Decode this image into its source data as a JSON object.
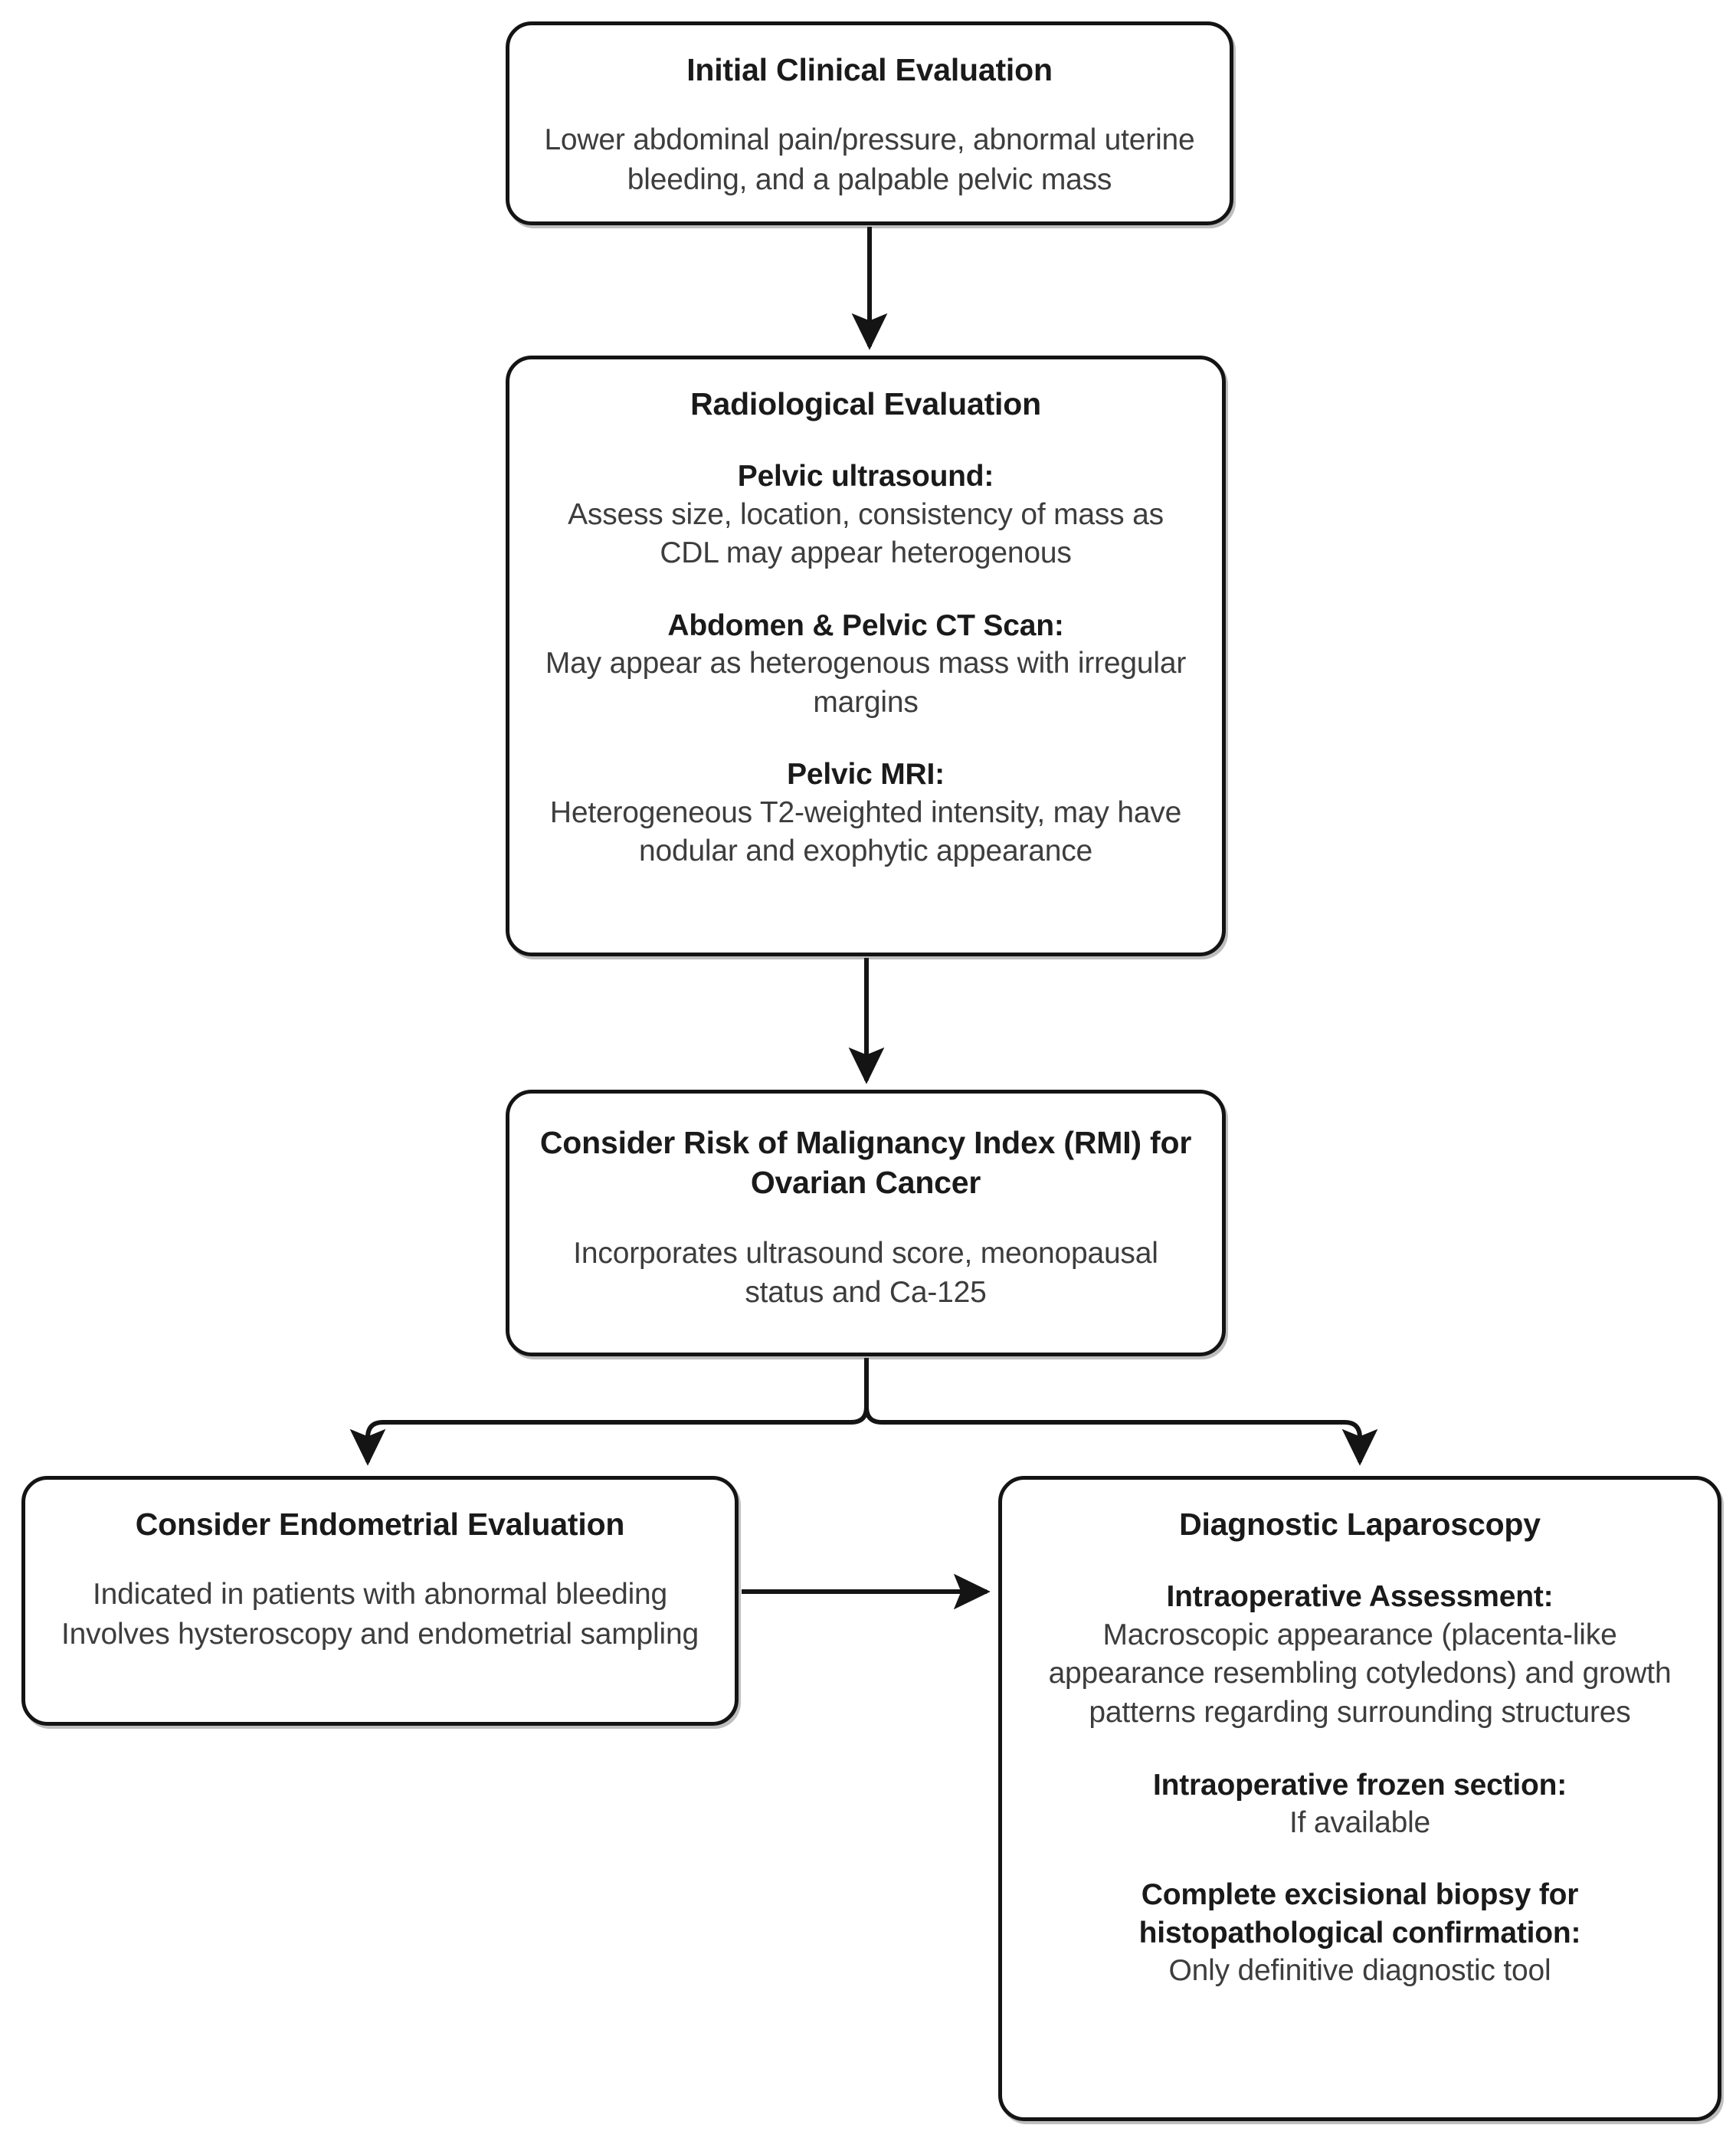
{
  "diagram": {
    "title": "Diagnostic workup flowchart",
    "colors": {
      "border": "#141414",
      "title_text": "#1a1a1a",
      "body_text": "#3d3d3d",
      "connector": "#141414",
      "background": "#ffffff"
    },
    "nodes": [
      {
        "id": "initial",
        "title": "Initial Clinical Evaluation",
        "body": "Lower abdominal pain/pressure, abnormal uterine bleeding, and a palpable pelvic mass"
      },
      {
        "id": "radiological",
        "title": "Radiological Evaluation",
        "sections": [
          {
            "head": "Pelvic ultrasound:",
            "body": "Assess size, location, consistency of mass as CDL may appear heterogenous"
          },
          {
            "head": "Abdomen & Pelvic CT Scan:",
            "body": "May appear as heterogenous mass with irregular margins"
          },
          {
            "head": "Pelvic MRI:",
            "body": "Heterogeneous T2-weighted intensity, may have nodular and exophytic appearance"
          }
        ]
      },
      {
        "id": "rmi",
        "title": "Consider Risk of Malignancy Index (RMI) for Ovarian Cancer",
        "body": "Incorporates ultrasound score, meonopausal status and Ca-125"
      },
      {
        "id": "endometrial",
        "title": "Consider Endometrial Evaluation",
        "body": "Indicated in patients with abnormal bleeding Involves hysteroscopy and endometrial sampling"
      },
      {
        "id": "laparoscopy",
        "title": "Diagnostic Laparoscopy",
        "sections": [
          {
            "head": "Intraoperative Assessment:",
            "body": "Macroscopic appearance (placenta-like appearance resembling cotyledons) and growth patterns regarding surrounding structures"
          },
          {
            "head": "Intraoperative frozen section:",
            "body": "If available"
          },
          {
            "head": "Complete excisional biopsy for histopathological confirmation:",
            "body": "Only definitive diagnostic tool"
          }
        ]
      }
    ],
    "edges": [
      {
        "id": "initial-to-radiological",
        "from": "initial",
        "to": "radiological",
        "label": ""
      },
      {
        "id": "radiological-to-rmi",
        "from": "radiological",
        "to": "rmi",
        "label": ""
      },
      {
        "id": "rmi-to-endometrial",
        "from": "rmi",
        "to": "endometrial",
        "label": ""
      },
      {
        "id": "rmi-to-laparoscopy",
        "from": "rmi",
        "to": "laparoscopy",
        "label": ""
      },
      {
        "id": "endometrial-to-laparoscopy",
        "from": "endometrial",
        "to": "laparoscopy",
        "label": ""
      }
    ]
  }
}
